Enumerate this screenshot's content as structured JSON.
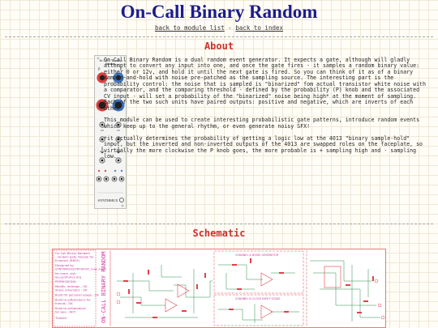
{
  "page": {
    "title": "On-Call Binary Random"
  },
  "nav": {
    "back_to_module_list": "back to module list",
    "separator": "-",
    "back_to_index": "back to index"
  },
  "about": {
    "heading": "About",
    "paragraphs": [
      "On-Call Binary Random is a dual random event generator. It expects a gate, although will gladly attempt to convert any input into one, and once the gate fires - it samples a random binary value: either 0 or 12v, and hold it until the next gate is fired. So you can think of it as of a binary sample-and-hold with noise pre-patched as the sampling source. The interesting part is the probability control: the noise that is sampled is \"binarized\" fom actual transistor white noise with a comparator, and the comparing threshold - defined by the probability (P) knob and the associated CV input - will set a probability of the \"binarized\" noise being high* at the moment of sampling. Each of the two such units have paired outputs: positive and negative, which are inverts of each other.",
      "This module can be used to create interesting probabilistic gate patterns, introduce random events which keep up to the general rhythm, or even generate noisy SFX!",
      "*it actually determines the probability of getting a logic low at the 4013 \"binary sample-hold\" input, but the inverted and non-inverted outputs of the 4013 are swapped roles on the faceplate, so virtually the more clockwise the P knob goes, the more probable is + sampling high and - sampling low."
    ]
  },
  "module_panel": {
    "title_line1": "On-Call Binary",
    "title_line2": "Random",
    "knob_label_left": "P",
    "knob_label_right": "P",
    "cv_label": "CV",
    "brand": "SYNTHMUX"
  },
  "schematic": {
    "heading": "Schematic",
    "title_block_lines": [
      "On-Call Binary Random",
      "- random gate module for",
      "  Eurorack (RNSF)",
      "Designed by",
      "SYNTHMUX/SYNTHFOX, may 2020",
      "for more, visit",
      "lev.synthmux.org",
      "PERMISSIONS:",
      "Modify, redesign - OK",
      "Share schematic - OK",
      "Build for personal usage - OK",
      "Build to gift/produce for",
      "friends - OK",
      "Build to sell/produce",
      "for sale - NOT",
      "Thanks!"
    ],
    "vertical_title": "ON-CALL BINARY RANDOM",
    "section_label_noise": "CHANNEL A NOISE GENERATOR",
    "section_label_clock": "CHANNEL B CLOCK INPUT STAGE"
  },
  "colors": {
    "title": "#1c1c8c",
    "heading": "#d0302a",
    "schematic_red": "#e2404a",
    "schematic_green": "#2a8a4a",
    "schematic_magenta": "#c83c9c",
    "knob_red": "#d84040",
    "knob_blue": "#3c74c4"
  },
  "icons": {
    "module_photo": "module-photo-icon"
  }
}
